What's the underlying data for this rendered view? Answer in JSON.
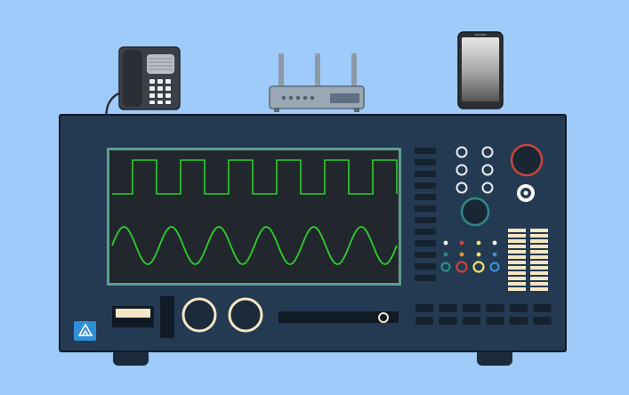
{
  "colors": {
    "background": "#9ecbfa",
    "instrument_body": "#243a52",
    "instrument_outline": "#0f1c2c",
    "screen_bezel": "#5e9e8f",
    "screen": "#22272e",
    "trace": "#2bd12b",
    "accent_red": "#c9453c",
    "accent_orange": "#e5953a",
    "accent_yellow": "#f2e06a",
    "accent_blue": "#3f8fcf",
    "accent_teal": "#2e8a84",
    "cream": "#f5e6c4"
  },
  "devices": [
    "desk-phone",
    "wifi-router",
    "smartphone",
    "oscilloscope"
  ],
  "waveforms": {
    "square_cycles": 6,
    "sine_cycles": 6
  },
  "icons": {
    "brand": "brand-logo-icon"
  }
}
